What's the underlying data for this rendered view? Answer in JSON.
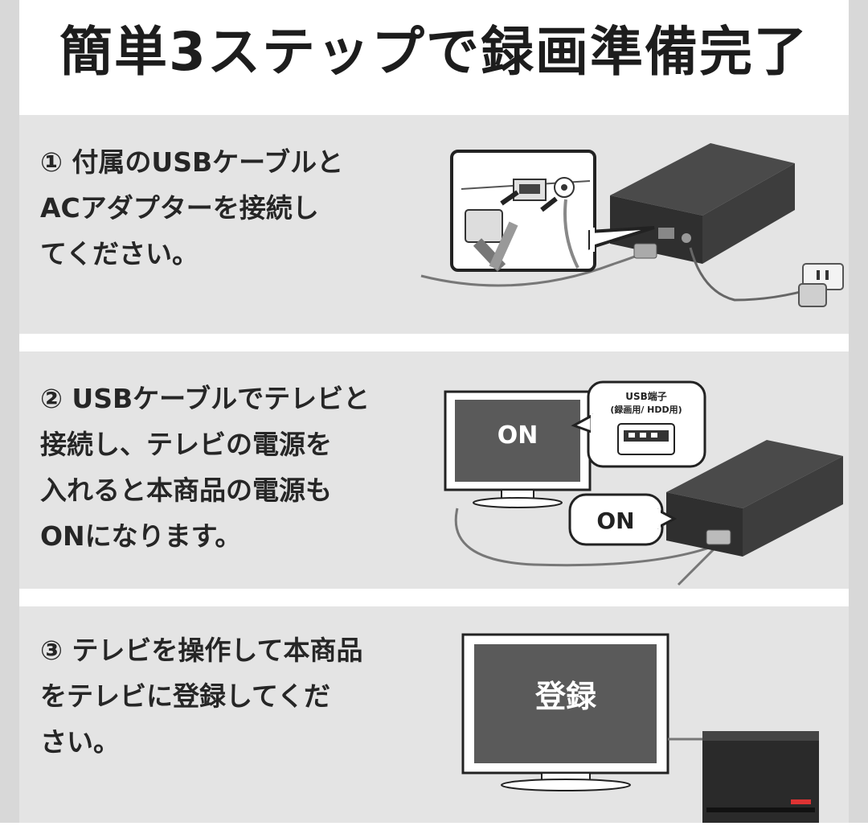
{
  "title": "簡単3ステップで録画準備完了",
  "steps": [
    {
      "text": "① 付属のUSBケーブルと\nACアダプターを接続し\nてください。"
    },
    {
      "text": "② USBケーブルでテレビと\n接続し、テレビの電源を\n入れると本商品の電源も\nONになります。",
      "tv_screen": "ON",
      "hdd_bubble": "ON",
      "port_label_1": "USB端子",
      "port_label_2": "(録画用/ HDD用)"
    },
    {
      "text": "③ テレビを操作して本商品\nをテレビに登録してくだ\nさい。",
      "tv_screen": "登録"
    }
  ],
  "colors": {
    "panel": "#e4e4e4",
    "frame": "#d8d8d8",
    "device": "#3a3a3a",
    "tv_screen": "#5a5a5a"
  }
}
